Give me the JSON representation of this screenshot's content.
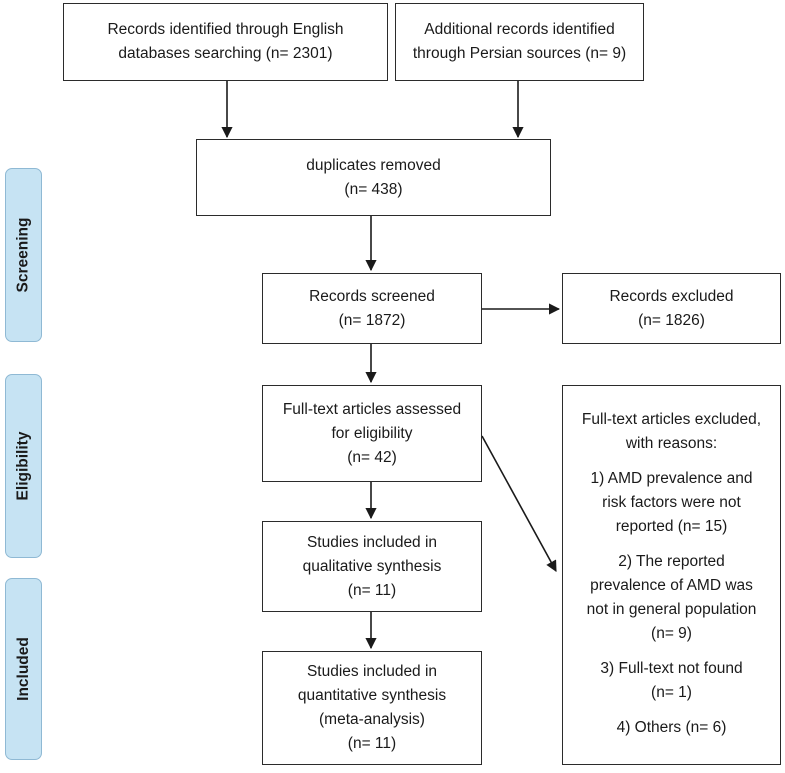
{
  "stages": {
    "screening": "Screening",
    "eligibility": "Eligibility",
    "included": "Included"
  },
  "boxes": {
    "english_records": [
      "Records identified through English",
      "databases searching (n= 2301)"
    ],
    "persian_records": [
      "Additional records identified",
      "through Persian sources (n= 9)"
    ],
    "duplicates": [
      "duplicates removed",
      "(n= 438)"
    ],
    "screened": [
      "Records screened",
      "(n= 1872)"
    ],
    "excluded": [
      "Records excluded",
      "(n= 1826)"
    ],
    "fulltext": [
      "Full-text articles assessed",
      "for eligibility",
      "(n= 42)"
    ],
    "qualitative": [
      "Studies included in",
      "qualitative synthesis",
      "(n= 11)"
    ],
    "quantitative": [
      "Studies included in",
      "quantitative synthesis",
      "(meta-analysis)",
      "(n= 11)"
    ]
  },
  "exclusion_reasons": {
    "heading": [
      "Full-text articles excluded,",
      "with reasons:"
    ],
    "reason_1": [
      "1) AMD prevalence and",
      "risk factors were not",
      "reported (n= 15)"
    ],
    "reason_2": [
      "2) The reported",
      "prevalence of AMD was",
      "not in general population",
      "(n= 9)"
    ],
    "reason_3": [
      "3) Full-text not found",
      "(n= 1)"
    ],
    "reason_4": [
      "4) Others (n= 6)"
    ]
  }
}
